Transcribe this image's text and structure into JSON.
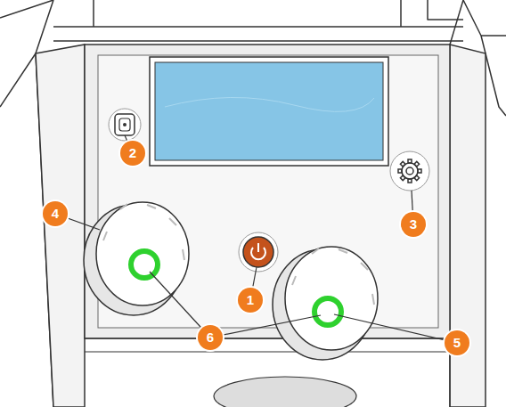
{
  "diagram": {
    "labels": [
      "2",
      "4",
      "3",
      "1",
      "6",
      "5"
    ]
  }
}
